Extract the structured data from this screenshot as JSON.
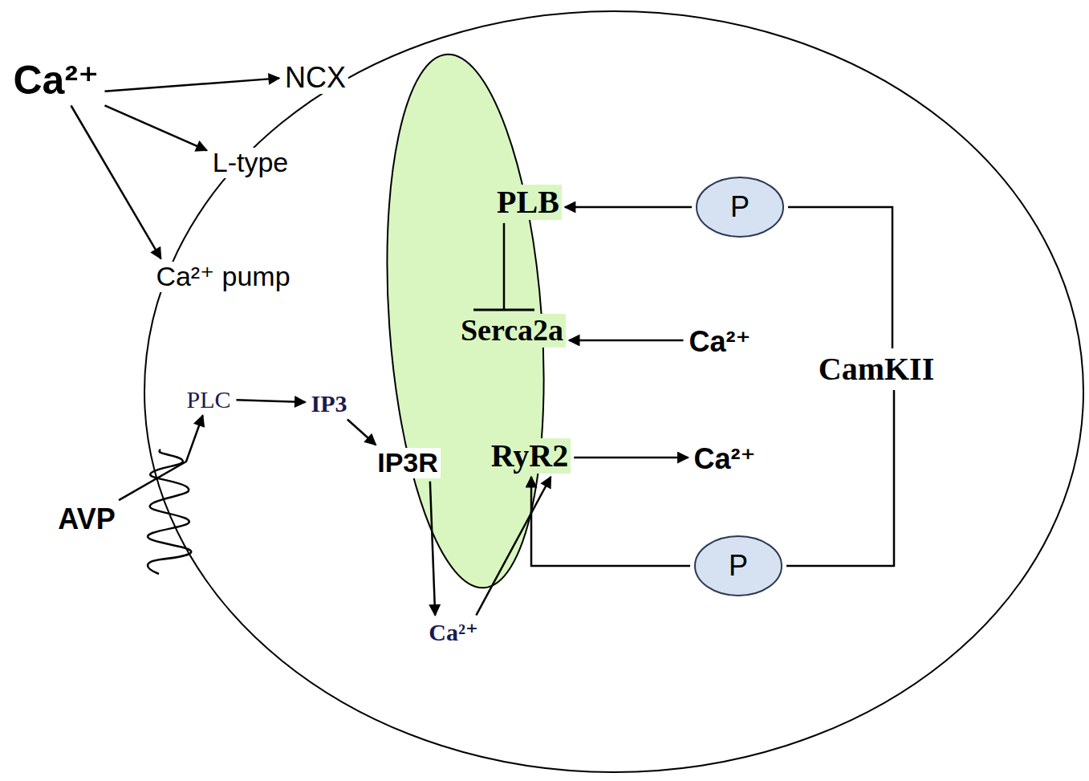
{
  "diagram": {
    "nodes": [
      {
        "text": [
          "Ca²⁺"
        ]
      },
      {
        "text": [
          "NCX"
        ]
      },
      {
        "text": [
          "L-type"
        ]
      },
      {
        "text": [
          "Ca²⁺ pump"
        ]
      },
      {
        "text": [
          "AVP"
        ]
      },
      {
        "text": [
          "PLC"
        ]
      },
      {
        "text": [
          "IP3"
        ]
      },
      {
        "text": [
          "IP3R"
        ]
      },
      {
        "text": [
          "PLB"
        ]
      },
      {
        "text": [
          "Serca2a"
        ]
      },
      {
        "text": [
          "Ca²⁺"
        ]
      },
      {
        "text": [
          "RyR2"
        ]
      },
      {
        "text": [
          "Ca²⁺"
        ]
      },
      {
        "text": [
          "CamKII"
        ]
      },
      {
        "text": [
          "P"
        ]
      },
      {
        "text": [
          "P"
        ]
      },
      {
        "text": [
          "Ca²⁺"
        ]
      }
    ],
    "edges": [
      {
        "from": 0,
        "to": 1,
        "arrow": "to"
      },
      {
        "from": 0,
        "to": 2,
        "arrow": "to"
      },
      {
        "from": 0,
        "to": 3,
        "arrow": "to"
      },
      {
        "from": 4,
        "to": 5,
        "arrow": "to"
      },
      {
        "from": 5,
        "to": 6,
        "arrow": "to"
      },
      {
        "from": 6,
        "to": 7,
        "arrow": "to"
      },
      {
        "from": 8,
        "to": 9,
        "arrow": "to"
      },
      {
        "from": 10,
        "to": 9,
        "arrow": "to"
      },
      {
        "from": 11,
        "to": 12,
        "arrow": "to"
      },
      {
        "from": 13,
        "to": 14,
        "arrow": "none"
      },
      {
        "from": 14,
        "to": 8,
        "arrow": "to"
      },
      {
        "from": 13,
        "to": 15,
        "arrow": "none"
      },
      {
        "from": 15,
        "to": 11,
        "arrow": "to"
      },
      {
        "from": 7,
        "to": 16,
        "arrow": "to"
      },
      {
        "from": 16,
        "to": 11,
        "arrow": "to"
      }
    ]
  }
}
